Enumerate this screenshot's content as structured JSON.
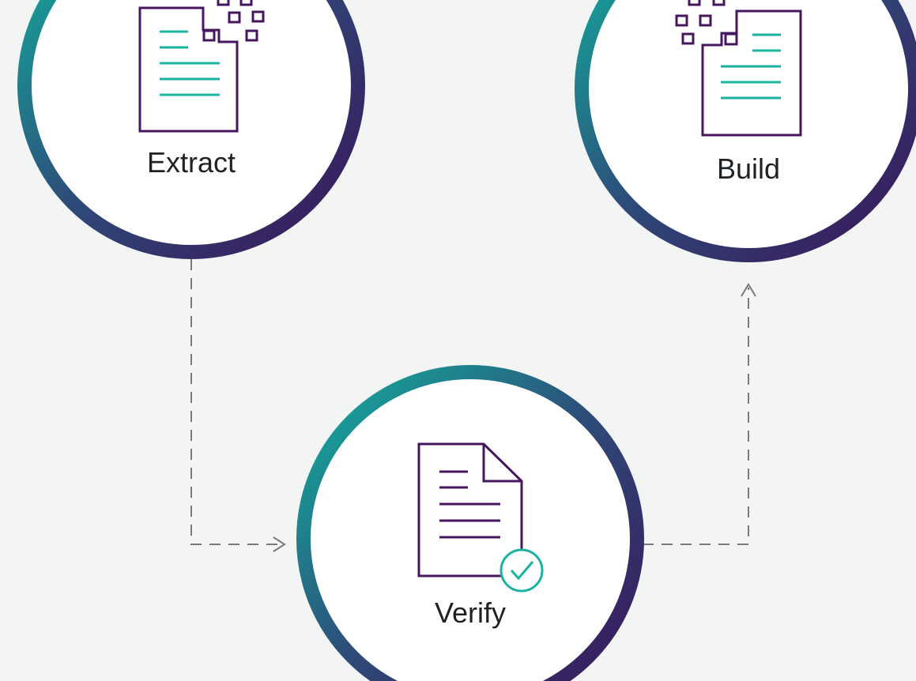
{
  "steps": {
    "extract": {
      "label": "Extract"
    },
    "build": {
      "label": "Build"
    },
    "verify": {
      "label": "Verify"
    }
  },
  "colors": {
    "background": "#f3f5f5",
    "ring_start": "#12b3a0",
    "ring_mid": "#2e4a78",
    "ring_end": "#3b1358",
    "icon_outline": "#46175e",
    "icon_lines": "#19b3a0",
    "connector": "#7a7a7a",
    "label_text": "#1f2225"
  },
  "icons": {
    "extract": "document-pixelated-icon",
    "build": "document-pixelated-icon",
    "verify": "document-check-icon"
  }
}
